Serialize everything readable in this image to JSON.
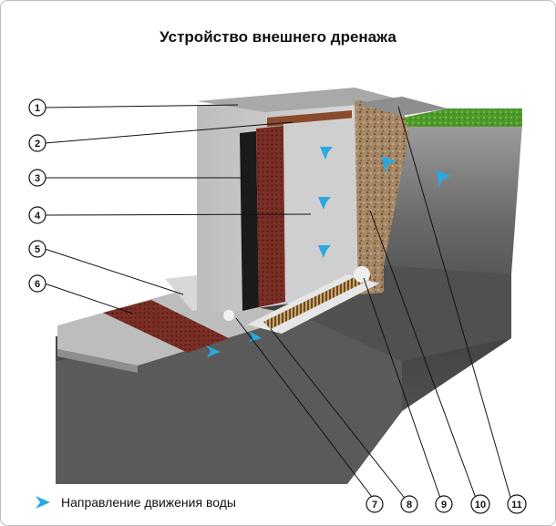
{
  "title": "Устройство внешнего дренажа",
  "legend": {
    "text": "Направление движения воды",
    "icon": "water-flow-arrow-icon"
  },
  "callouts": [
    "1",
    "2",
    "3",
    "4",
    "5",
    "6",
    "7",
    "8",
    "9",
    "10",
    "11"
  ],
  "colors": {
    "water_arrow": "#29a9e0",
    "insulation": "#6b2a22",
    "gravel": "#9a7d5c",
    "grass": "#4f9a2c",
    "concrete": "#cfcfcf",
    "soil": "#4f4f4f"
  }
}
